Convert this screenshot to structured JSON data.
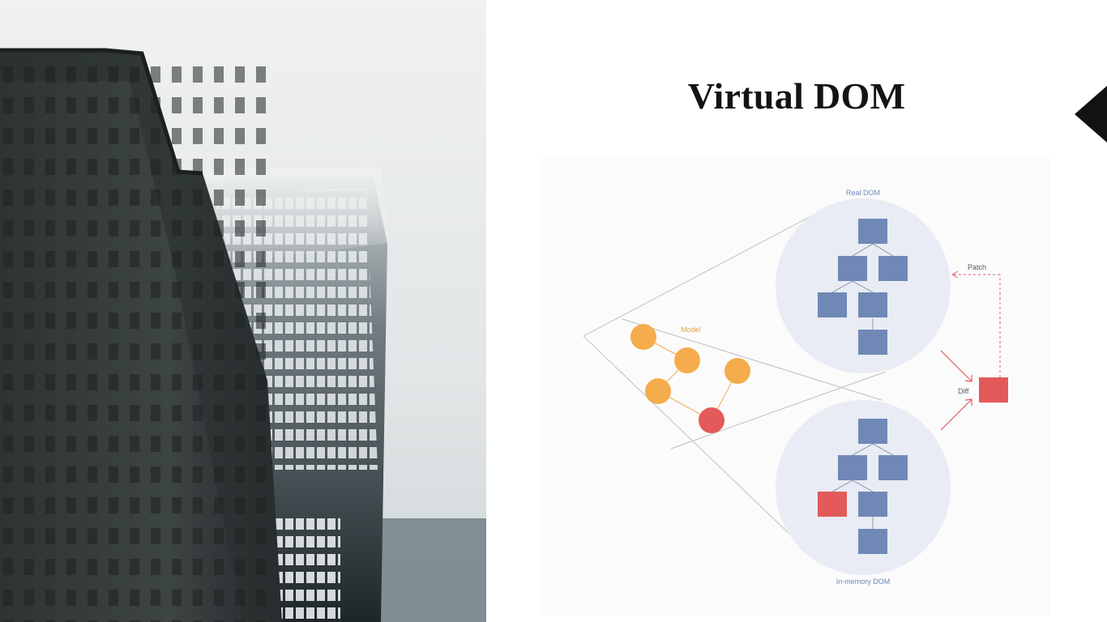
{
  "slide": {
    "title": "Virtual DOM"
  },
  "diagram": {
    "real_dom_label": "Real DOM",
    "in_memory_dom_label": "In-memory DOM",
    "model_label": "Model",
    "diff_label": "Diff",
    "patch_label": "Patch"
  },
  "colors": {
    "node_blue": "#6f88b6",
    "node_red": "#e35a5a",
    "model_orange": "#f5ac4c",
    "circle_fill": "#e9ecf4",
    "label_blue": "#6f88b6",
    "label_orange": "#f0a03a"
  },
  "photo": {
    "description_icon": "skyscrapers-in-fog-image"
  }
}
